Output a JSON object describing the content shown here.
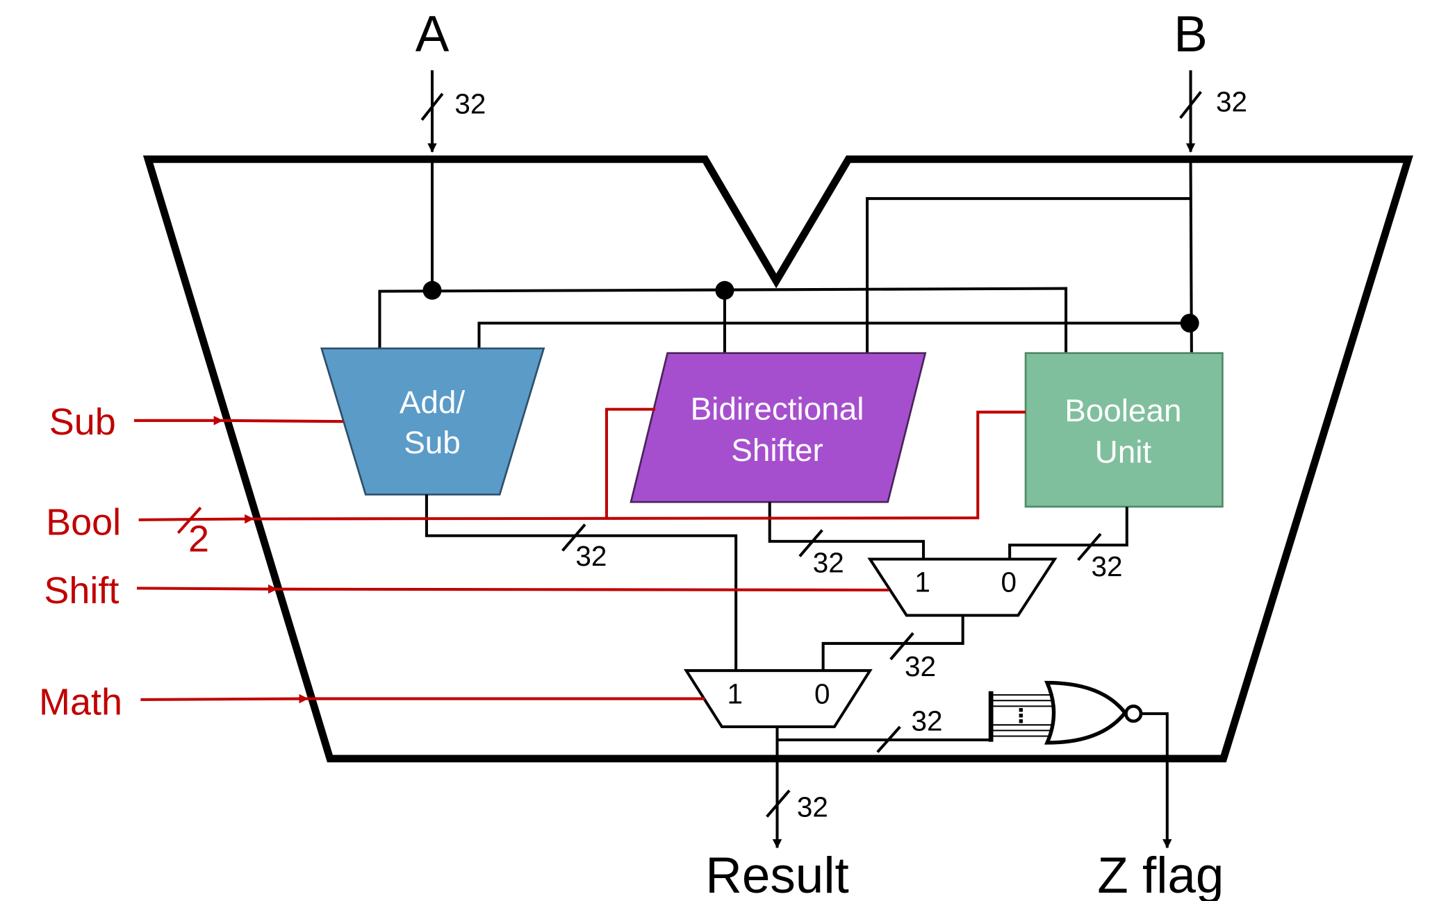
{
  "inputs": {
    "a": "A",
    "b": "B",
    "a_width": "32",
    "b_width": "32"
  },
  "outputs": {
    "result": "Result",
    "zflag": "Z flag",
    "result_width": "32"
  },
  "controls": {
    "sub": "Sub",
    "bool": "Bool",
    "bool_width": "2",
    "shift": "Shift",
    "math": "Math"
  },
  "units": {
    "adder": [
      "Add/",
      "Sub"
    ],
    "shifter": [
      "Bidirectional",
      "Shifter"
    ],
    "boolean": [
      "Boolean",
      "Unit"
    ]
  },
  "mux_shift": {
    "in1": "1",
    "in0": "0"
  },
  "mux_math": {
    "in1": "1",
    "in0": "0"
  },
  "bus_widths": {
    "adder_out": "32",
    "shifter_out": "32",
    "boolean_out": "32",
    "mux_shift_out": "32",
    "zero_detect_in": "32"
  },
  "colors": {
    "adder": "#5b9bc8",
    "shifter": "#a64fce",
    "boolean": "#80bf9d",
    "control": "#c00000"
  }
}
